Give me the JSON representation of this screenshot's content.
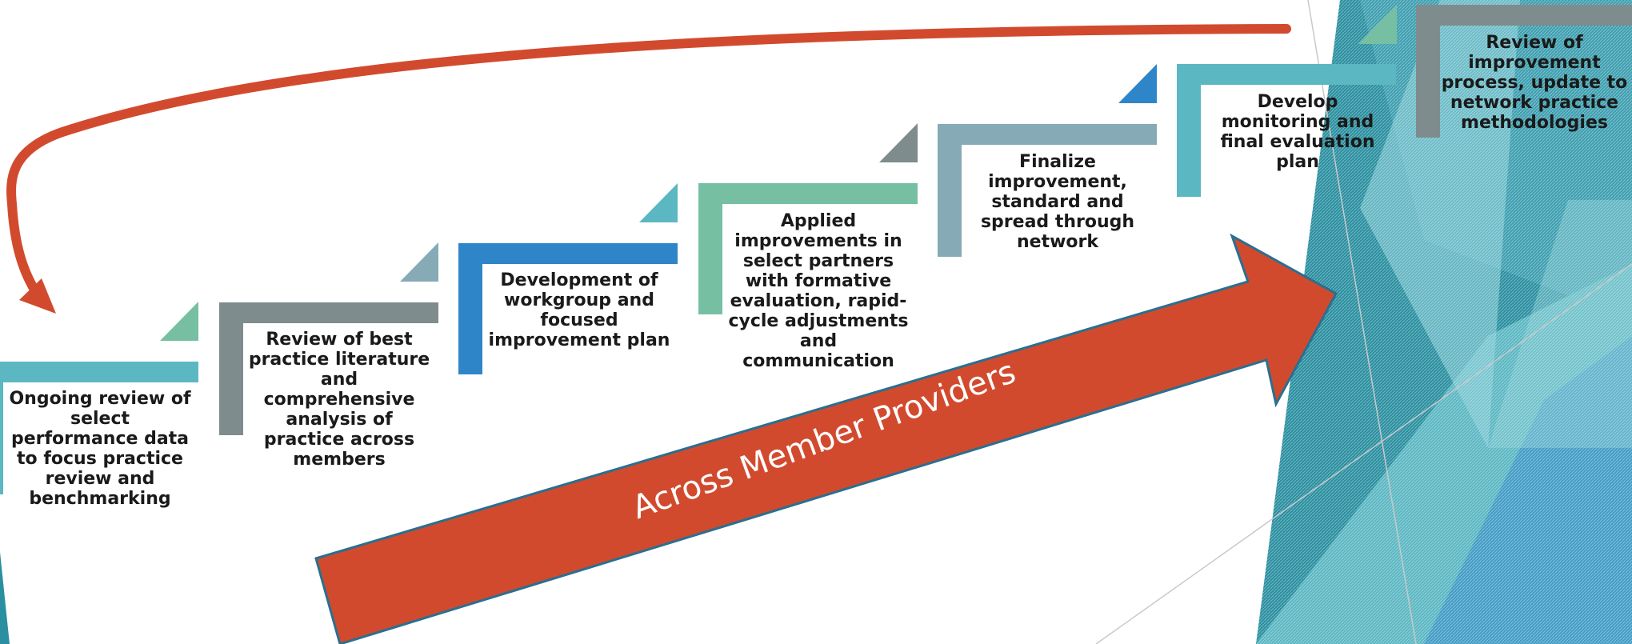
{
  "diagram": {
    "arrow_label": "Across Member Providers",
    "steps": [
      {
        "text": "Ongoing review of select performance data to focus practice review and benchmarking",
        "color": "#5BB7C2"
      },
      {
        "text": "Review of best practice literature and comprehensive analysis of practice across members",
        "color": "#7F8C8D"
      },
      {
        "text": "Development of workgroup and focused improvement plan",
        "color": "#2E86C8"
      },
      {
        "text": "Applied improvements in select partners with formative evaluation, rapid-cycle adjustments and communication",
        "color": "#76BFA3"
      },
      {
        "text": "Finalize improvement, standard and spread through network",
        "color": "#86ABB6"
      },
      {
        "text": "Develop monitoring and final evaluation plan",
        "color": "#5BB7C2"
      },
      {
        "text": "Review of improvement process, update to network practice methodologies",
        "color": "#7F8C8D"
      }
    ],
    "colors": {
      "arrow": "#D24A2E",
      "arrow_outline": "#2A6F8F",
      "loop_arrow": "#D24A2E",
      "teal_light": "#5BB7C2",
      "teal_dark": "#2A8FA0",
      "corner_teal": "#76BFA3",
      "corner_slate": "#86ABB6",
      "corner_blue": "#2E86C8",
      "corner_gray": "#7F8C8D"
    }
  }
}
